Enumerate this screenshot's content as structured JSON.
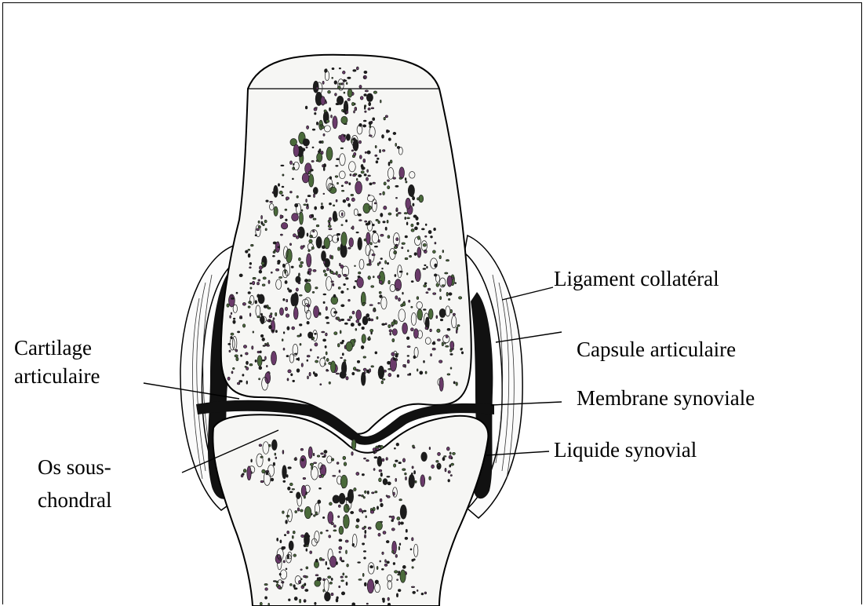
{
  "labels": {
    "cartilage_line1": "Cartilage",
    "cartilage_line2": "articulaire",
    "os_line1": "Os sous-",
    "os_line2": "chondral",
    "ligament": "Ligament collatéral",
    "capsule": "Capsule articulaire",
    "membrane": "Membrane synoviale",
    "liquide": "Liquide synovial"
  },
  "colors": {
    "ink": "#000000",
    "bone_fill": "#f6f6f4",
    "stipple_dark": "#1c1c1c",
    "stipple_green": "#4a6a3a",
    "stipple_purple": "#6a3a6a"
  }
}
